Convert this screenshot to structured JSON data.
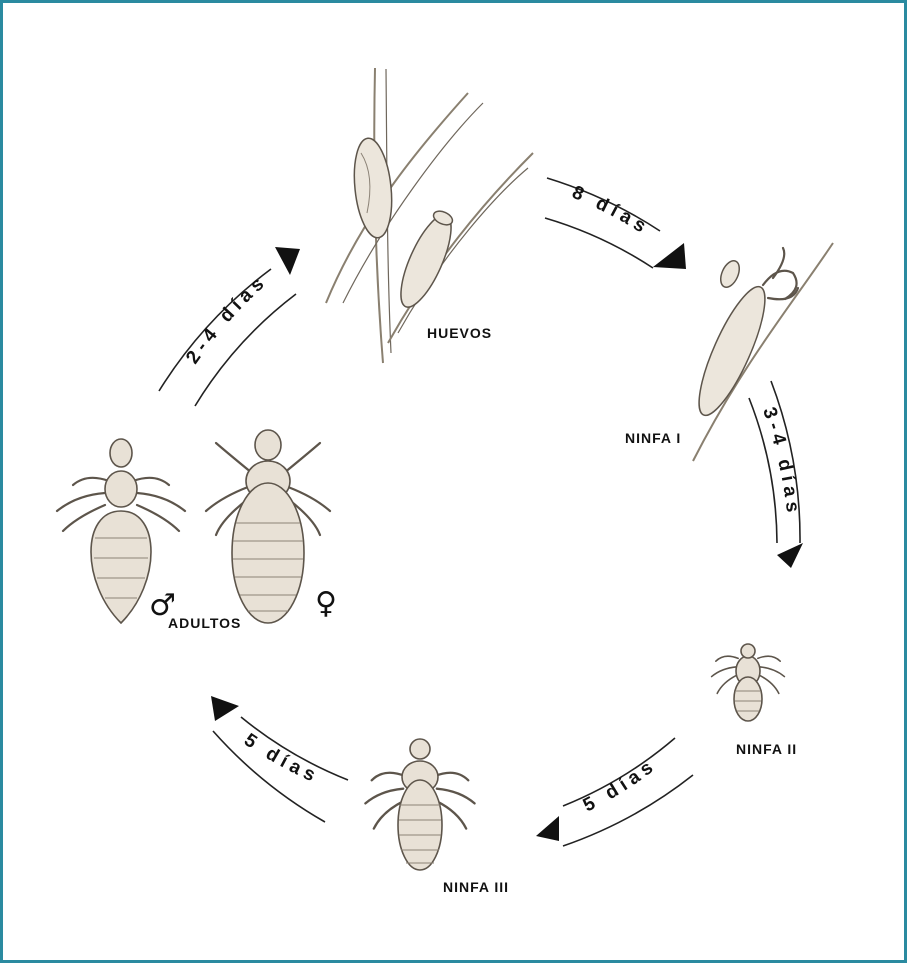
{
  "stages": {
    "eggs": "HUEVOS",
    "nymph1": "NINFA I",
    "nymph2": "NINFA II",
    "nymph3": "NINFA III",
    "adults": "ADULTOS"
  },
  "sex_symbols": {
    "male": "♂",
    "female": "♀"
  },
  "durations": {
    "eggs_to_nymph1": "8 días",
    "nymph1_to_nymph2": "3-4 días",
    "nymph2_to_nymph3": "5 días",
    "nymph3_to_adults": "5 días",
    "adults_to_eggs": "2-4 días"
  },
  "colors": {
    "border": "#2a8aa0",
    "arrow": "#111111"
  },
  "icons": {
    "eggs": "lice-eggs-on-hair-illustration",
    "nymph1": "nymph-emerging-from-egg-illustration",
    "nymph2": "small-nymph-louse-illustration",
    "nymph3": "large-nymph-louse-illustration",
    "male": "male-adult-louse-illustration",
    "female": "female-adult-louse-illustration"
  }
}
